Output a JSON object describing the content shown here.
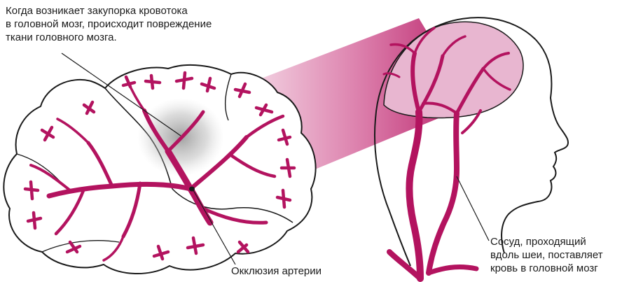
{
  "labels": {
    "blockage_caption": {
      "lines": [
        "Когда возникает закупорка кровотока",
        "в головной мозг, происходит повреждение",
        "ткани головного мозга."
      ]
    },
    "occlusion": "Окклюзия артерии",
    "vessel_caption": {
      "lines": [
        "Сосуд, проходящий",
        "вдоль шеи, поставляет",
        "кровь в головной мозг"
      ]
    }
  },
  "colors": {
    "vessel": "#b3135f",
    "vessel_dark": "#8e0c49",
    "brain_tint": "#e8b6d0",
    "callout_beam": "#c2206e",
    "damage_shadow": "#9a9a9a",
    "outline": "#1a1a1a"
  }
}
